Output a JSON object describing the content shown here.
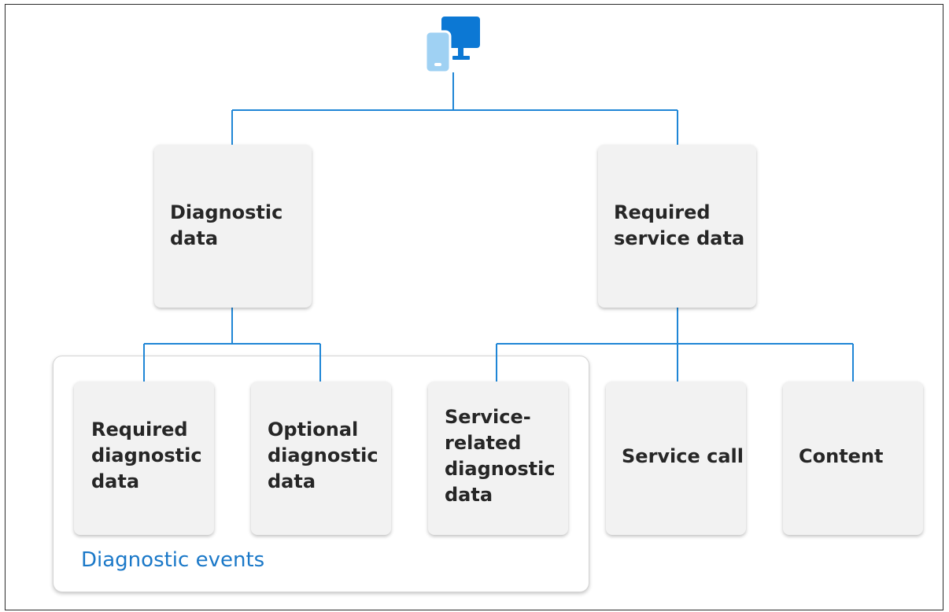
{
  "root": {
    "icon": "device-computer-phone-icon"
  },
  "nodes": {
    "diagnostic_data": "Diagnostic\ndata",
    "required_service_data": "Required\nservice data",
    "required_diagnostic_data": "Required\ndiagnostic\ndata",
    "optional_diagnostic_data": "Optional\ndiagnostic\ndata",
    "service_related_diagnostic_data": "Service-\nrelated\ndiagnostic\ndata",
    "service_call": "Service call",
    "content": "Content"
  },
  "group": {
    "label": "Diagnostic events"
  },
  "colors": {
    "connector": "#1f86d6",
    "node_fill": "#f2f2f2",
    "group_label": "#1a78c8",
    "icon_blue_dark": "#0c78d4",
    "icon_blue_light": "#9fd1f3"
  }
}
